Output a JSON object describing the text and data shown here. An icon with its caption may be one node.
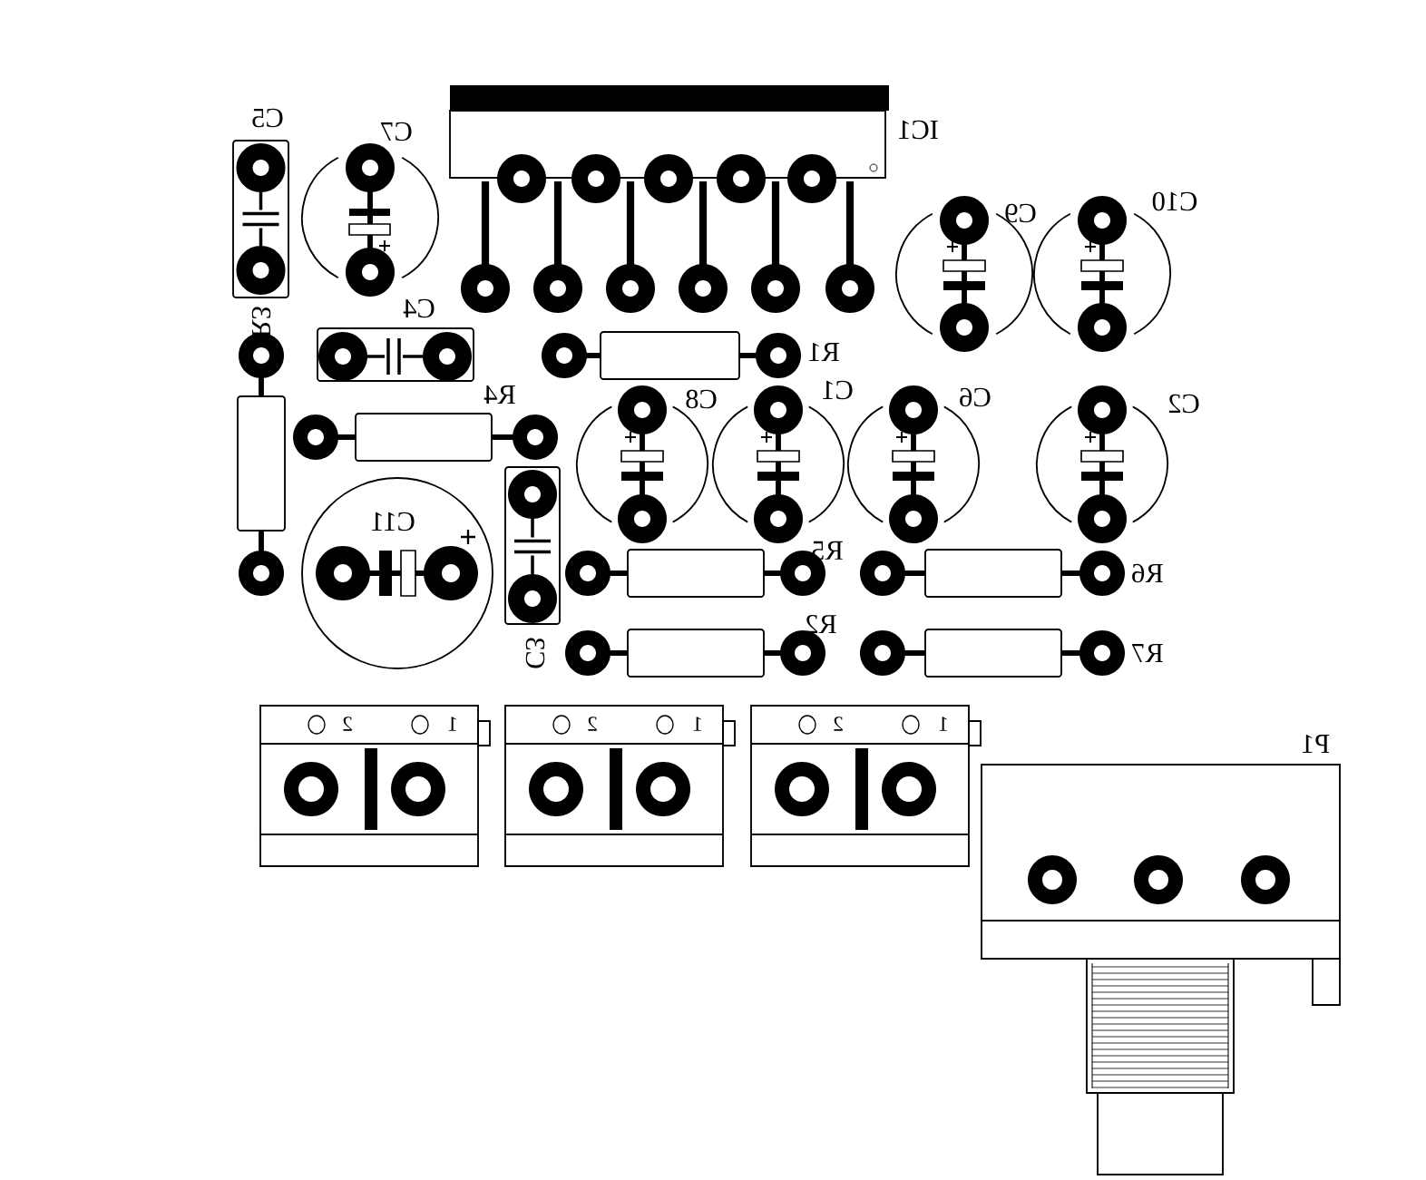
{
  "diagram": {
    "labels": [
      "C5",
      "C7",
      "IC1",
      "C10",
      "C9",
      "R3",
      "C4",
      "R1",
      "R4",
      "C8",
      "C1",
      "C6",
      "C2",
      "C11",
      "R5",
      "R6",
      "R2",
      "R7",
      "C3",
      "2",
      "1",
      "2",
      "1",
      "2",
      "1",
      "P1"
    ]
  }
}
